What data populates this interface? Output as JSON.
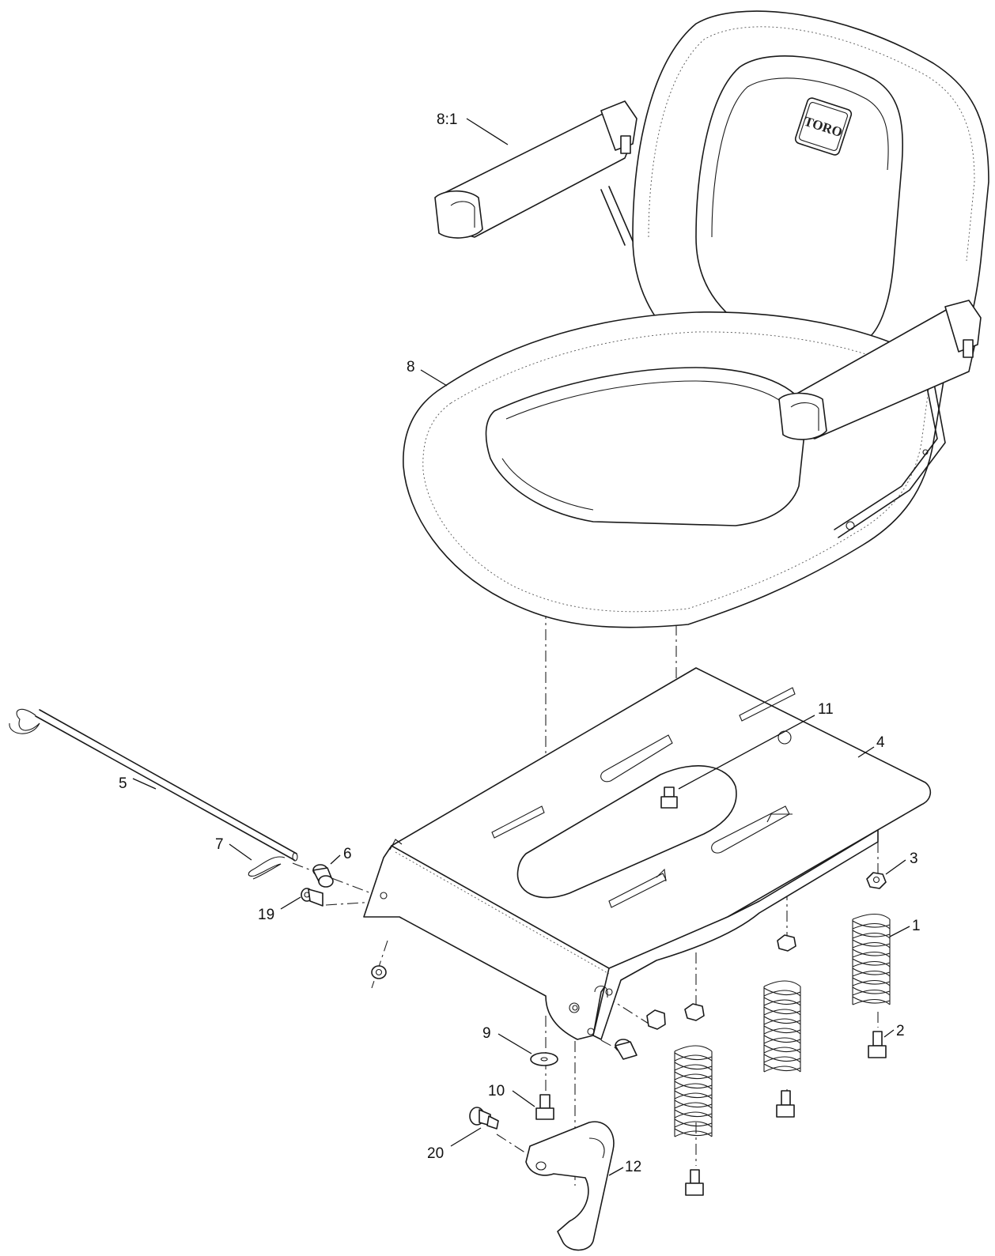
{
  "diagram": {
    "logo_text": "TORO",
    "callouts": {
      "c8_1": "8:1",
      "c8": "8",
      "c11": "11",
      "c4": "4",
      "c5": "5",
      "c7": "7",
      "c6": "6",
      "c3": "3",
      "c19": "19",
      "c1": "1",
      "c2": "2",
      "c9": "9",
      "c10": "10",
      "c20": "20",
      "c12": "12"
    }
  }
}
